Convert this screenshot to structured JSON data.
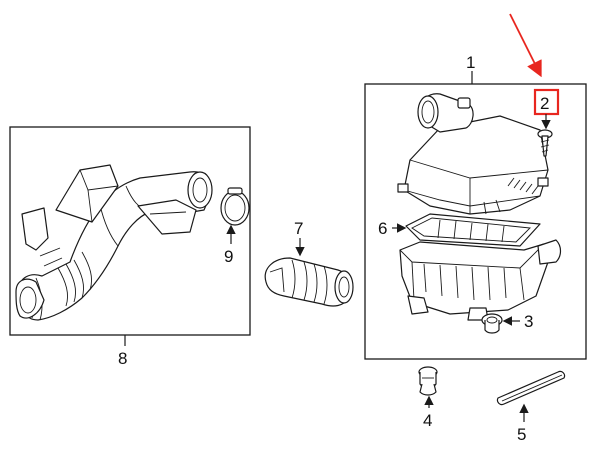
{
  "callouts": {
    "c1": "1",
    "c2": "2",
    "c3": "3",
    "c4": "4",
    "c5": "5",
    "c6": "6",
    "c7": "7",
    "c8": "8",
    "c9": "9"
  },
  "colors": {
    "highlight": "#e8261f",
    "line": "#1a1a1a",
    "background": "#ffffff"
  }
}
